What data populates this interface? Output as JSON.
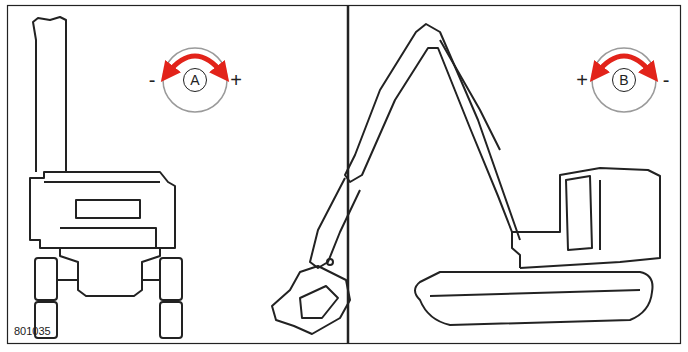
{
  "diagram": {
    "nodes": [
      {
        "text": [
          "A"
        ]
      },
      {
        "text": [
          "B"
        ]
      }
    ],
    "labels": [
      "-",
      "+",
      "+",
      "-",
      "801035"
    ]
  }
}
